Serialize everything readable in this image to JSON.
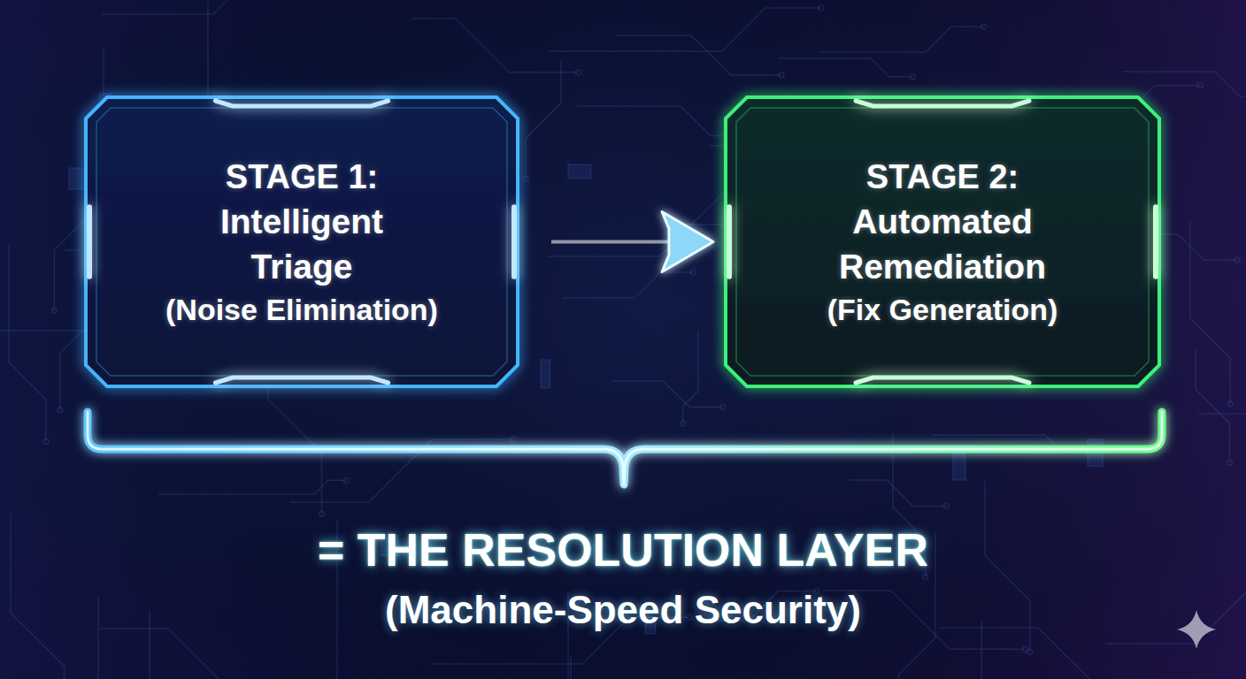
{
  "diagram": {
    "nodes": [
      {
        "text": [
          "STAGE 1:",
          "Intelligent Triage",
          "(Noise Elimination)"
        ]
      },
      {
        "text": [
          "STAGE 2:",
          "Automated Remediation",
          "(Fix Generation)"
        ]
      }
    ],
    "edges": [
      {
        "from": 0,
        "to": 1,
        "arrow": "to"
      }
    ],
    "labels": [
      "= THE RESOLUTION LAYER",
      "(Machine-Speed Security)"
    ]
  }
}
